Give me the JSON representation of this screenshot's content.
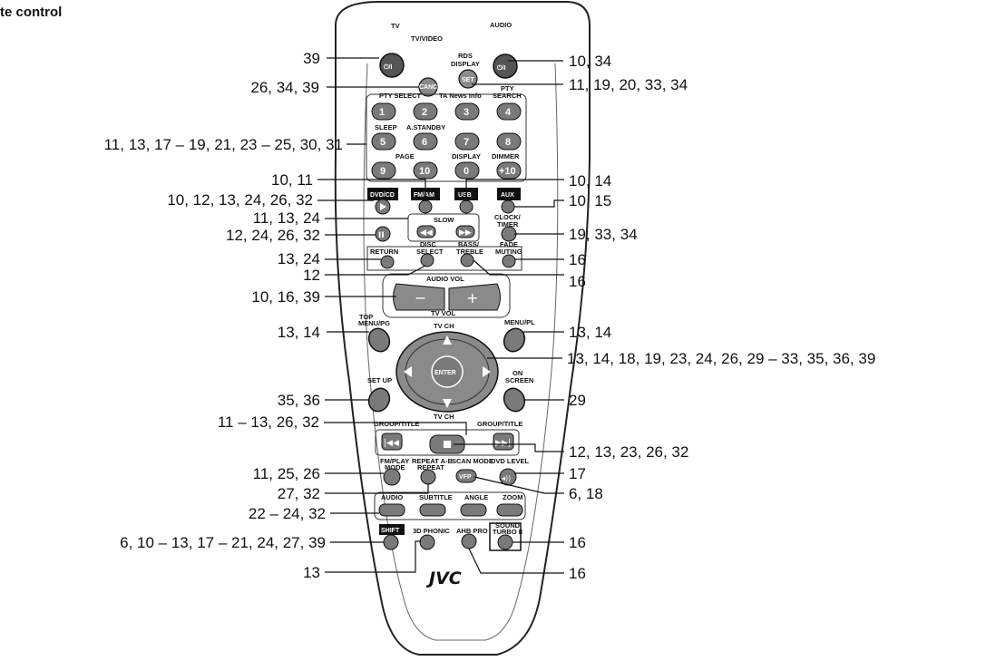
{
  "header": {
    "title": "te control"
  },
  "remote": {
    "brand": "JVC",
    "power_tv_label": "TV",
    "power_audio_label": "AUDIO",
    "power_symbol": "⏻/I",
    "tvvideo_label": "TV/VIDEO",
    "cancel_label": "CANCEL",
    "rds_label1": "RDS",
    "rds_label2": "DISPLAY",
    "set_label": "SET",
    "pty_select_label": "PTY SELECT",
    "ta_news_label": "TA News Info",
    "pty_label": "PTY",
    "search_label": "SEARCH",
    "sleep_label": "SLEEP",
    "astandby_label": "A.STANDBY",
    "page_label": "PAGE",
    "display_label": "DISPLAY",
    "dimmer_label": "DIMMER",
    "digits": [
      "1",
      "2",
      "3",
      "4",
      "5",
      "6",
      "7",
      "8",
      "9",
      "10",
      "0",
      "+10"
    ],
    "dvdcd_label": "DVD/CD",
    "fmam_label": "FM/AM",
    "usb_label": "USB",
    "aux_label": "AUX",
    "slow_label": "SLOW",
    "clock_label1": "CLOCK/",
    "clock_label2": "TIMER",
    "return_label": "RETURN",
    "disc_label1": "DISC",
    "disc_label2": "SELECT",
    "bass_label1": "BASS/",
    "bass_label2": "TREBLE",
    "fade_label1": "FADE",
    "fade_label2": "MUTING",
    "audio_vol_label": "AUDIO VOL",
    "tv_vol_label": "TV VOL",
    "top_menu_label1": "TOP",
    "top_menu_label2": "MENU/PG",
    "menu_pl_label": "MENU/PL",
    "tv_ch_up_label": "TV CH",
    "tv_ch_down_label": "TV CH",
    "enter_label": "ENTER",
    "setup_label": "SET UP",
    "on_screen_label1": "ON",
    "on_screen_label2": "SCREEN",
    "group_title_left": "GROUP/TITLE",
    "group_title_right": "GROUP/TITLE",
    "fm_play_label1": "FM/PLAY",
    "fm_play_label2": "MODE",
    "repeat_ab_label": "REPEAT A-B",
    "repeat_label": "REPEAT",
    "scan_mode_label": "SCAN MODE",
    "vfp_label": "VFP",
    "dvd_level_label": "DVD LEVEL",
    "audio_label": "AUDIO",
    "subtitle_label": "SUBTITLE",
    "angle_label": "ANGLE",
    "zoom_label": "ZOOM",
    "sound_turbo_label1": "SOUND",
    "sound_turbo_label2": "TURBO II",
    "shift_label": "SHIFT",
    "phonic_label": "3D PHONIC",
    "ahb_label": "AHB PRO"
  },
  "callouts_left": [
    "39",
    "26, 34, 39",
    "11, 13, 17 – 19, 21, 23 – 25, 30, 31",
    "10, 11",
    "10, 12, 13, 24, 26, 32",
    "11, 13, 24",
    "12, 24, 26, 32",
    "13, 24",
    "12",
    "10, 16, 39",
    "13, 14",
    "35, 36",
    "11 – 13, 26, 32",
    "11, 25, 26",
    "27, 32",
    "22 – 24, 32",
    "6, 10 – 13, 17 – 21, 24, 27, 39",
    "13"
  ],
  "callouts_right": [
    "10, 34",
    "11, 19, 20, 33, 34",
    "10, 14",
    "10, 15",
    "19, 33, 34",
    "16",
    "16",
    "13, 14",
    "13, 14, 18, 19, 23, 24, 26, 29 – 33, 35, 36, 39",
    "29",
    "12, 13, 23, 26, 32",
    "17",
    "6, 18",
    "16",
    "16"
  ]
}
